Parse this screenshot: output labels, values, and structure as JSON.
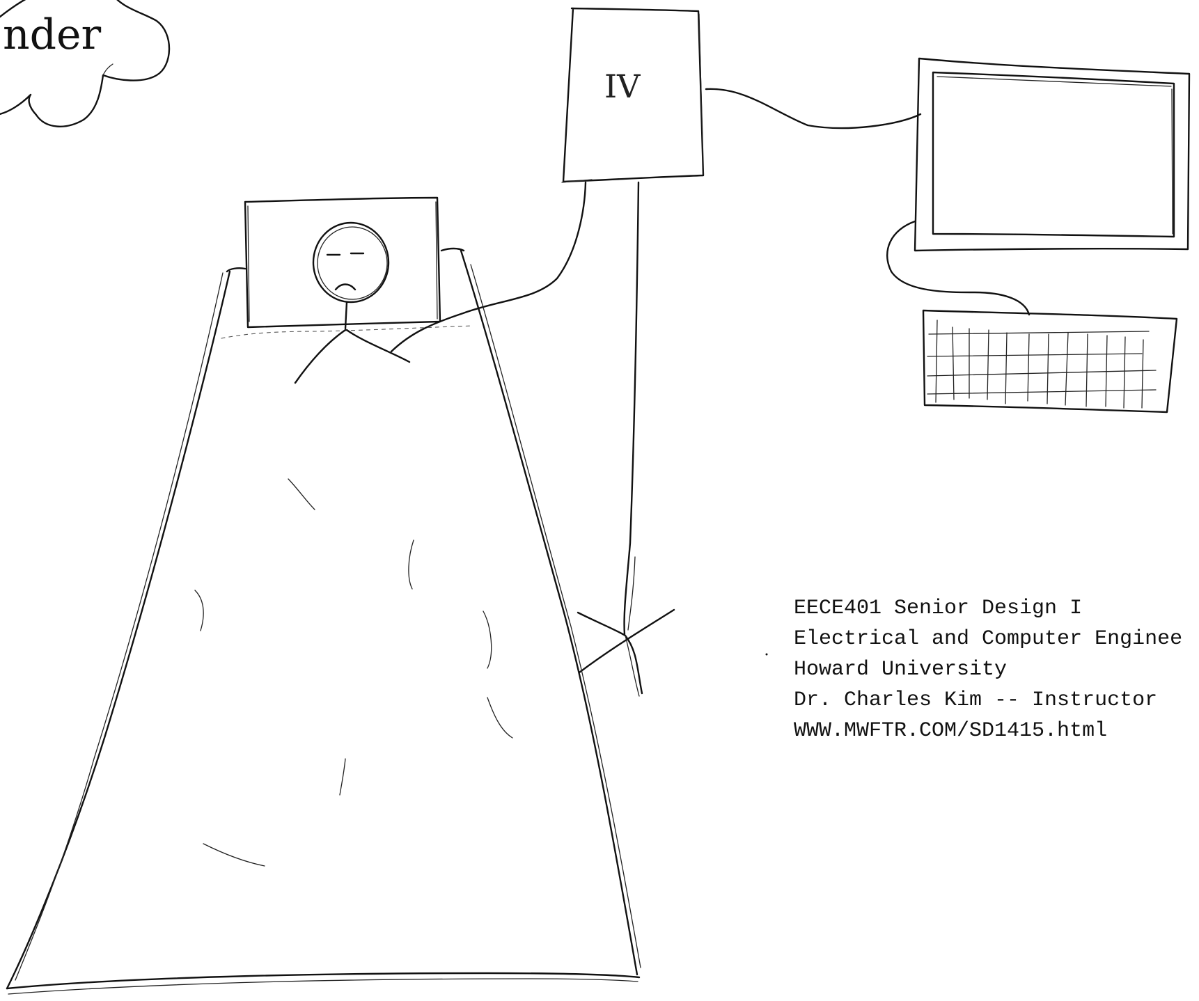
{
  "cloud_label": "nder",
  "iv_label": "IV",
  "credits": {
    "course": "EECE401 Senior Design I",
    "department": "Electrical and Computer Enginee",
    "university": "Howard University",
    "instructor": "Dr. Charles Kim -- Instructor",
    "website": "WWW.MWFTR.COM/SD1415.html"
  },
  "colors": {
    "ink": "#111111",
    "background": "#ffffff"
  }
}
